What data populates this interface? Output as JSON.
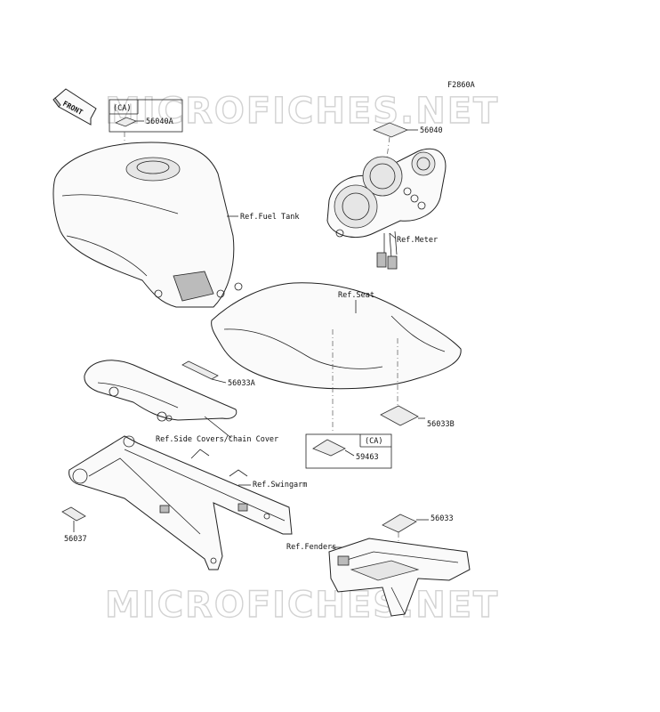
{
  "figure_id": "F2860A",
  "watermark": "MICROFICHES.NET",
  "front_arrow": "FRONT",
  "labels": {
    "ca_top": "(CA)",
    "p56040A": "56040A",
    "p56040": "56040",
    "ref_fuel_tank": "Ref.Fuel Tank",
    "ref_meter": "Ref.Meter",
    "ref_seat": "Ref.Seat",
    "p56033A": "56033A",
    "p56033B": "56033B",
    "ref_side_covers": "Ref.Side Covers/Chain Cover",
    "ca_mid": "(CA)",
    "p59463": "59463",
    "ref_swingarm": "Ref.Swingarm",
    "p56037": "56037",
    "p56033": "56033",
    "ref_fenders": "Ref.Fenders"
  }
}
